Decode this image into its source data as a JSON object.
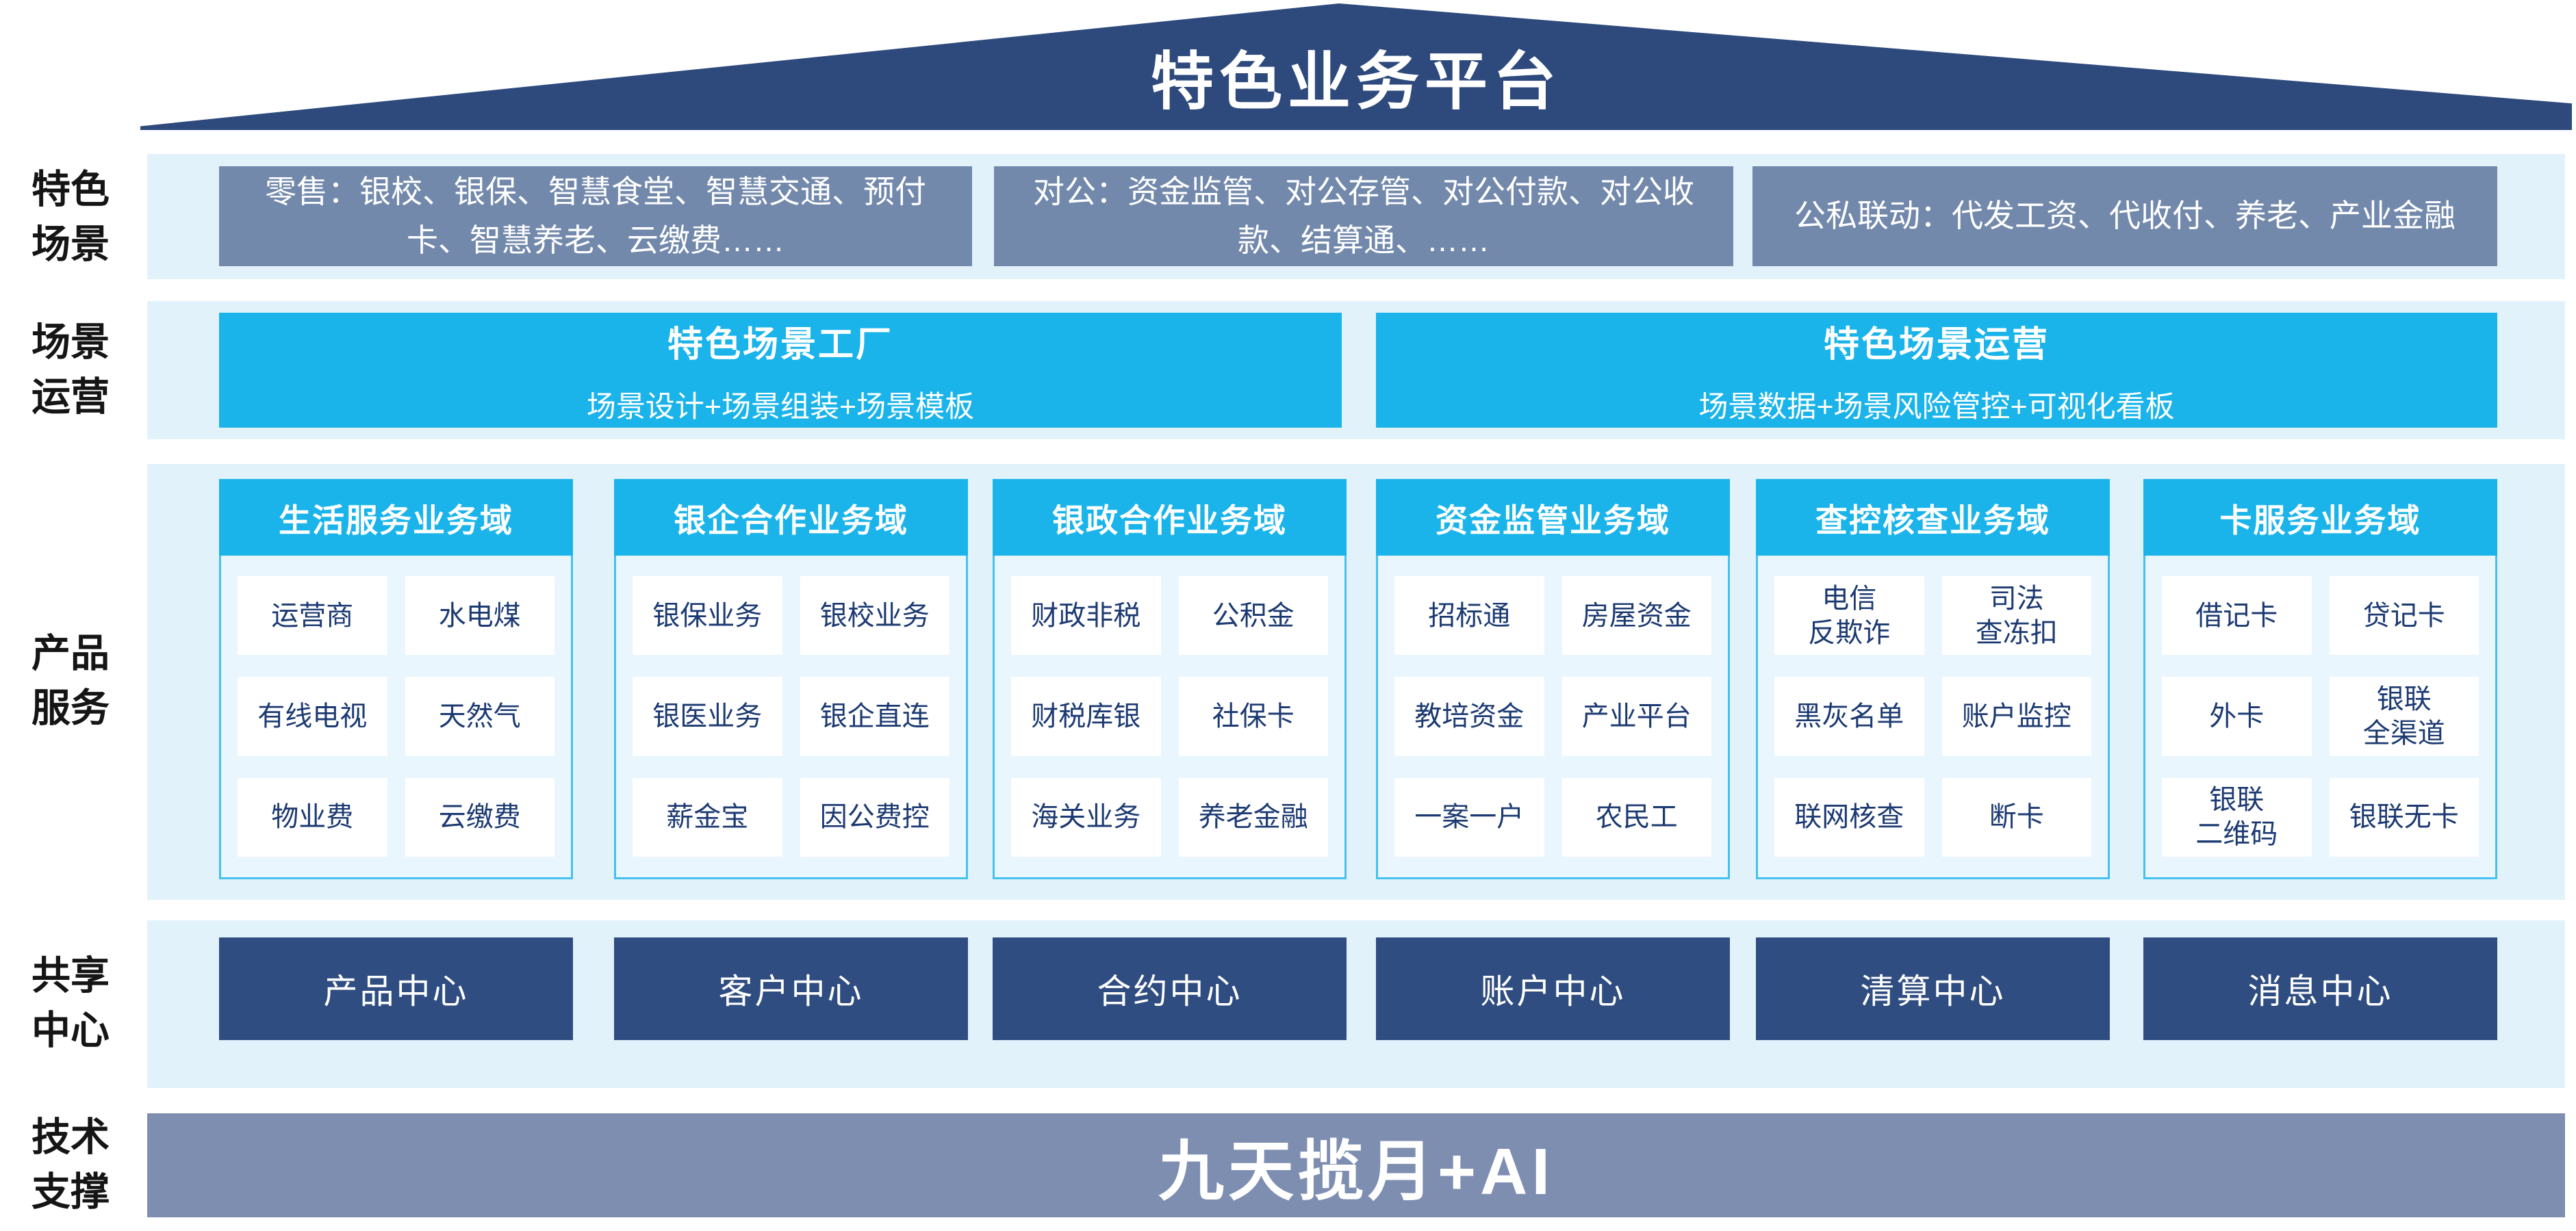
{
  "page_title": "特色业务平台",
  "sections": {
    "scene": {
      "label": "特色\n场景",
      "boxes": [
        {
          "text": "零售：银校、银保、智慧食堂、智慧交通、预付卡、智慧养老、云缴费……"
        },
        {
          "text": "对公：资金监管、对公存管、对公付款、对公收款、结算通、……"
        },
        {
          "text": "公私联动：代发工资、代收付、养老、产业金融"
        }
      ]
    },
    "operation": {
      "label": "场景\n运营",
      "boxes": [
        {
          "title": "特色场景工厂",
          "subtitle": "场景设计+场景组装+场景模板"
        },
        {
          "title": "特色场景运营",
          "subtitle": "场景数据+场景风险管控+可视化看板"
        }
      ]
    },
    "product": {
      "label": "产品\n服务",
      "columns": [
        {
          "header": "生活服务业务域",
          "cells": [
            "运营商",
            "水电煤",
            "有线电视",
            "天然气",
            "物业费",
            "云缴费"
          ]
        },
        {
          "header": "银企合作业务域",
          "cells": [
            "银保业务",
            "银校业务",
            "银医业务",
            "银企直连",
            "薪金宝",
            "因公费控"
          ]
        },
        {
          "header": "银政合作业务域",
          "cells": [
            "财政非税",
            "公积金",
            "财税库银",
            "社保卡",
            "海关业务",
            "养老金融"
          ]
        },
        {
          "header": "资金监管业务域",
          "cells": [
            "招标通",
            "房屋资金",
            "教培资金",
            "产业平台",
            "一案一户",
            "农民工"
          ]
        },
        {
          "header": "查控核查业务域",
          "cells": [
            "电信\n反欺诈",
            "司法\n查冻扣",
            "黑灰名单",
            "账户监控",
            "联网核查",
            "断卡"
          ]
        },
        {
          "header": "卡服务业务域",
          "cells": [
            "借记卡",
            "贷记卡",
            "外卡",
            "银联\n全渠道",
            "银联\n二维码",
            "银联无卡"
          ]
        }
      ]
    },
    "shared": {
      "label": "共享\n中心",
      "centers": [
        "产品中心",
        "客户中心",
        "合约中心",
        "账户中心",
        "清算中心",
        "消息中心"
      ]
    },
    "tech": {
      "label": "技术\n支撑",
      "text": "九天揽月+AI"
    }
  },
  "colors": {
    "roof_navy": "#2e4a7d",
    "scene_grayblue": "#7289ac",
    "cyan": "#1ab4ea",
    "band_light": "#e2f2fb",
    "column_body": "#e9f6fd",
    "cell_text_navy": "#1c3a72",
    "center_navy": "#2f4d80",
    "tech_grayblue": "#7d8eb1"
  }
}
